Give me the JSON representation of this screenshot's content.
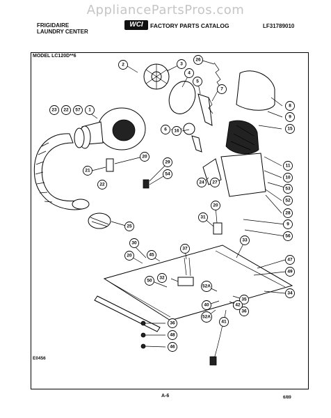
{
  "watermark": "AppliancePartsPros.com",
  "header": {
    "brand_line1": "FRIGIDAIRE",
    "brand_line2": "LAUNDRY CENTER",
    "logo_text": "WCI",
    "catalog_title": "FACTORY PARTS CATALOG",
    "catalog_number": "LF31789010"
  },
  "model_label": "MODEL LC120D**6",
  "figure_code": "E0456",
  "page_number": "A-6",
  "date_code": "6/89",
  "callouts": [
    "2",
    "3",
    "26",
    "4",
    "5",
    "7",
    "8",
    "9",
    "15",
    "6",
    "16",
    "23",
    "22",
    "57",
    "1",
    "20",
    "29",
    "54",
    "21",
    "22",
    "11",
    "10",
    "53",
    "52",
    "28",
    "24",
    "27",
    "20",
    "31",
    "9",
    "56",
    "25",
    "30",
    "45",
    "37",
    "20",
    "32",
    "50",
    "33",
    "47",
    "49",
    "34",
    "35",
    "36",
    "42",
    "40",
    "41",
    "52A",
    "52A",
    "36",
    "48",
    "46"
  ]
}
